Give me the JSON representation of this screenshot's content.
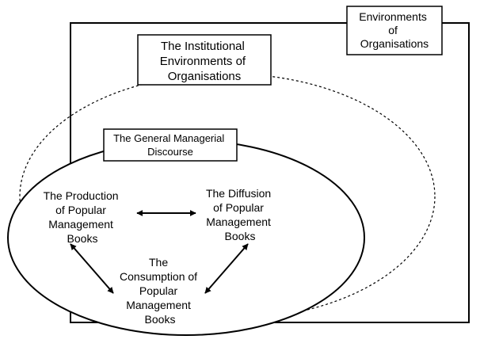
{
  "labels": {
    "environments": [
      "Environments",
      "of",
      "Organisations"
    ],
    "institutional": [
      "The Institutional",
      "Environments of",
      "Organisations"
    ],
    "general_discourse": [
      "The General Managerial",
      "Discourse"
    ],
    "production": [
      "The Production",
      "of Popular",
      "Management",
      "Books"
    ],
    "diffusion": [
      "The Diffusion",
      "of Popular",
      "Management",
      "Books"
    ],
    "consumption": [
      "The",
      "Consumption of",
      "Popular",
      "Management",
      "Books"
    ]
  }
}
